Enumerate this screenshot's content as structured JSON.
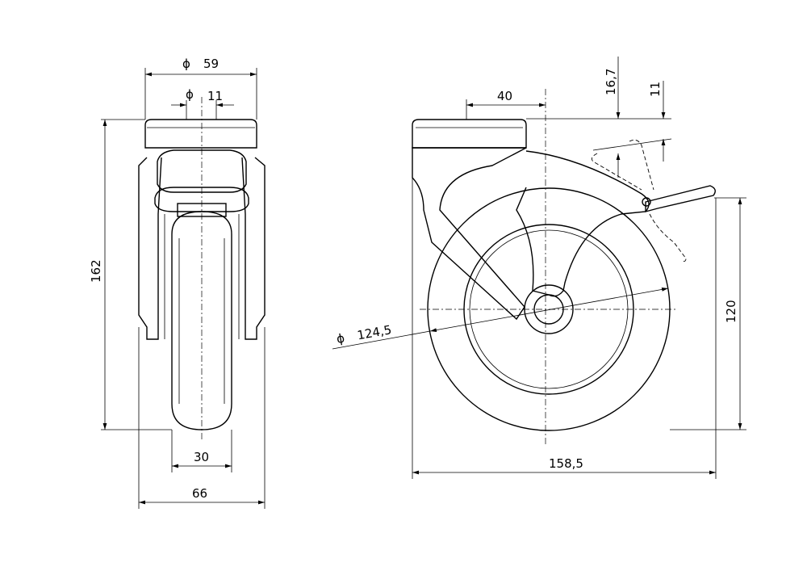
{
  "drawing": {
    "front_view": {
      "dimensions": {
        "plate_width": {
          "symbol": "ϕ",
          "value": "59"
        },
        "bolt_hole": {
          "symbol": "ϕ",
          "value": "11"
        },
        "overall_height": "162",
        "wheel_width": "30",
        "overall_width": "66"
      }
    },
    "side_view": {
      "dimensions": {
        "offset": "40",
        "brake_height": "16,7",
        "brake_offset": "11",
        "wheel_diameter": {
          "symbol": "ϕ",
          "value": "124,5"
        },
        "brake_pedal_height": "120",
        "overall_length": "158,5"
      }
    }
  }
}
